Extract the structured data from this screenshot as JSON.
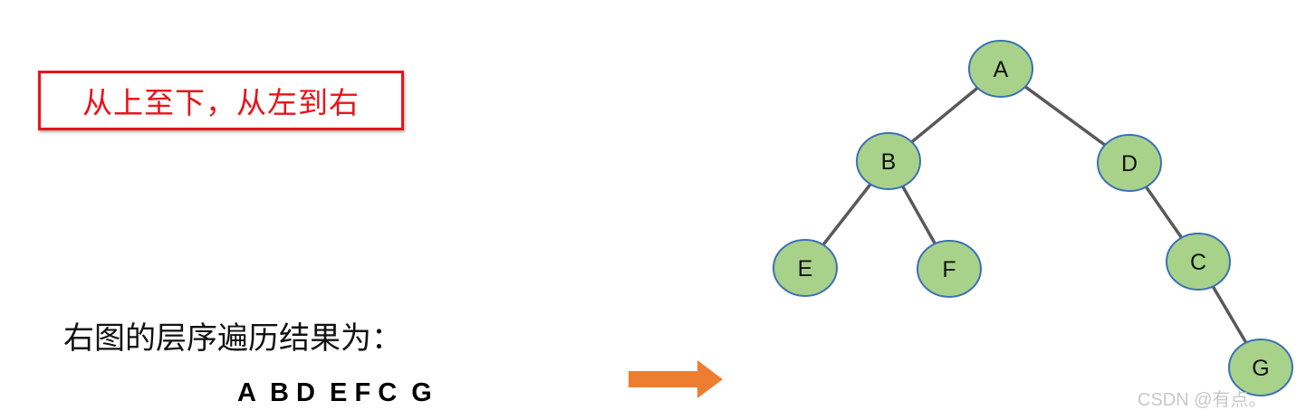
{
  "rule": {
    "text": "从上至下，从左到右"
  },
  "caption": {
    "text": "右图的层序遍历结果为："
  },
  "result": {
    "text": "A  B D  E F C  G"
  },
  "tree": {
    "node_fill": "#a8d28a",
    "node_stroke": "#3b70b8",
    "edge_color": "#595959",
    "nodes": [
      {
        "id": "A",
        "label": "A"
      },
      {
        "id": "B",
        "label": "B"
      },
      {
        "id": "D",
        "label": "D"
      },
      {
        "id": "E",
        "label": "E"
      },
      {
        "id": "F",
        "label": "F"
      },
      {
        "id": "C",
        "label": "C"
      },
      {
        "id": "G",
        "label": "G"
      }
    ],
    "edges": [
      [
        "A",
        "B"
      ],
      [
        "A",
        "D"
      ],
      [
        "B",
        "E"
      ],
      [
        "B",
        "F"
      ],
      [
        "D",
        "C"
      ],
      [
        "C",
        "G"
      ]
    ]
  },
  "arrow": {
    "color": "#ed7d31",
    "icon": "right-arrow-icon"
  },
  "watermark": {
    "text": "CSDN @有点。"
  },
  "colors": {
    "rule_border": "#e8141b",
    "rule_text": "#e8141b"
  }
}
